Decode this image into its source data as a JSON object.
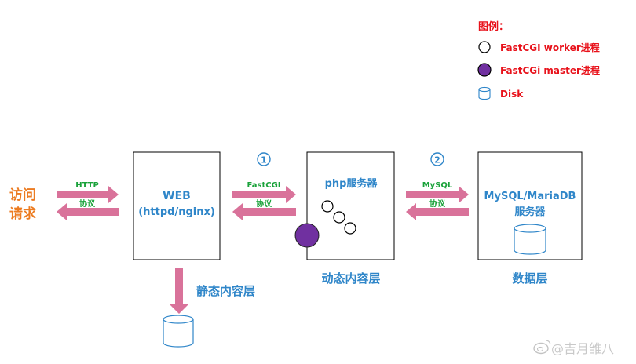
{
  "legend": {
    "title": "图例：",
    "worker_label": "FastCGI worker进程",
    "master_label": "FastCGi master进程",
    "disk_label": "Disk"
  },
  "request": {
    "line1": "访问",
    "line2": "请求"
  },
  "arrows": {
    "http_label": "HTTP",
    "http_sub": "协议",
    "fastcgi_label": "FastCGI",
    "fastcgi_sub": "协议",
    "mysql_label": "MySQL",
    "mysql_sub": "协议"
  },
  "markers": {
    "step1": "①",
    "step2": "②"
  },
  "boxes": {
    "web_line1": "WEB",
    "web_line2": "(httpd/nginx)",
    "php_title": "php服务器",
    "db_line1": "MySQL/MariaDB",
    "db_line2": "服务器"
  },
  "layers": {
    "static": "静态内容层",
    "dynamic": "动态内容层",
    "data": "数据层"
  },
  "watermark": "@吉月雏八",
  "colors": {
    "red": "#e8121b",
    "orange": "#ec7c22",
    "blue": "#2f86c9",
    "green": "#1aa23a",
    "pink": "#d9729a",
    "purple": "#7030a0"
  }
}
